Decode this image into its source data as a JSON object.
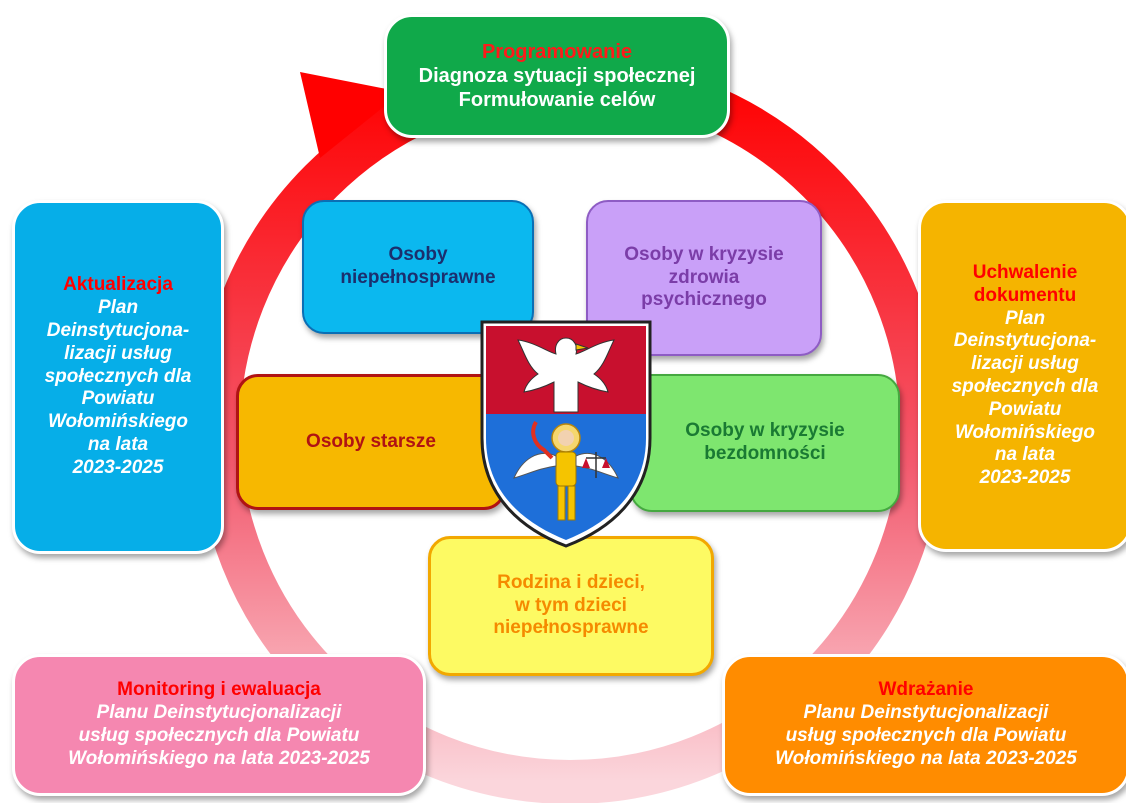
{
  "stages": {
    "top": {
      "title": "Programowanie",
      "line1": "Diagnoza sytuacji społecznej",
      "line2": "Formułowanie celów",
      "color": "#10a94a"
    },
    "right": {
      "title1": "Uchwalenie",
      "title2": "dokumentu",
      "lines": [
        "Plan",
        "Deinstytucjona-",
        "lizacji usług",
        "społecznych dla",
        "Powiatu",
        "Wołomińskiego",
        "na lata",
        "2023-2025"
      ],
      "color": "#f5b400"
    },
    "bottom_right": {
      "title": "Wdrażanie",
      "lines": [
        "Planu Deinstytucjonalizacji",
        "usług społecznych dla Powiatu",
        "Wołomińskiego na lata 2023-2025"
      ],
      "color": "#ff8c00"
    },
    "bottom_left": {
      "title": "Monitoring i ewaluacja",
      "lines": [
        "Planu Deinstytucjonalizacji",
        "usług społecznych dla Powiatu",
        "Wołomińskiego na lata 2023-2025"
      ],
      "color": "#f587b0"
    },
    "left": {
      "title": "Aktualizacja",
      "lines": [
        "Plan",
        "Deinstytucjona-",
        "lizacji usług",
        "społecznych dla",
        "Powiatu",
        "Wołomińskiego",
        "na lata",
        "2023-2025"
      ],
      "color": "#06aee8"
    }
  },
  "groups": {
    "disabled": [
      "Osoby",
      "niepełnosprawne"
    ],
    "mental": [
      "Osoby w kryzysie",
      "zdrowia",
      "psychicznego"
    ],
    "elderly": [
      "Osoby starsze"
    ],
    "homeless": [
      "Osoby w kryzysie",
      "bezdomności"
    ],
    "family": [
      "Rodzina i dzieci,",
      "w tym dzieci",
      "niepełnosprawne"
    ]
  },
  "colors": {
    "arrow": "#ff0000",
    "arrow_faded": "#f08c9a",
    "crest_red": "#c8102e",
    "crest_blue": "#1e6fd9"
  }
}
